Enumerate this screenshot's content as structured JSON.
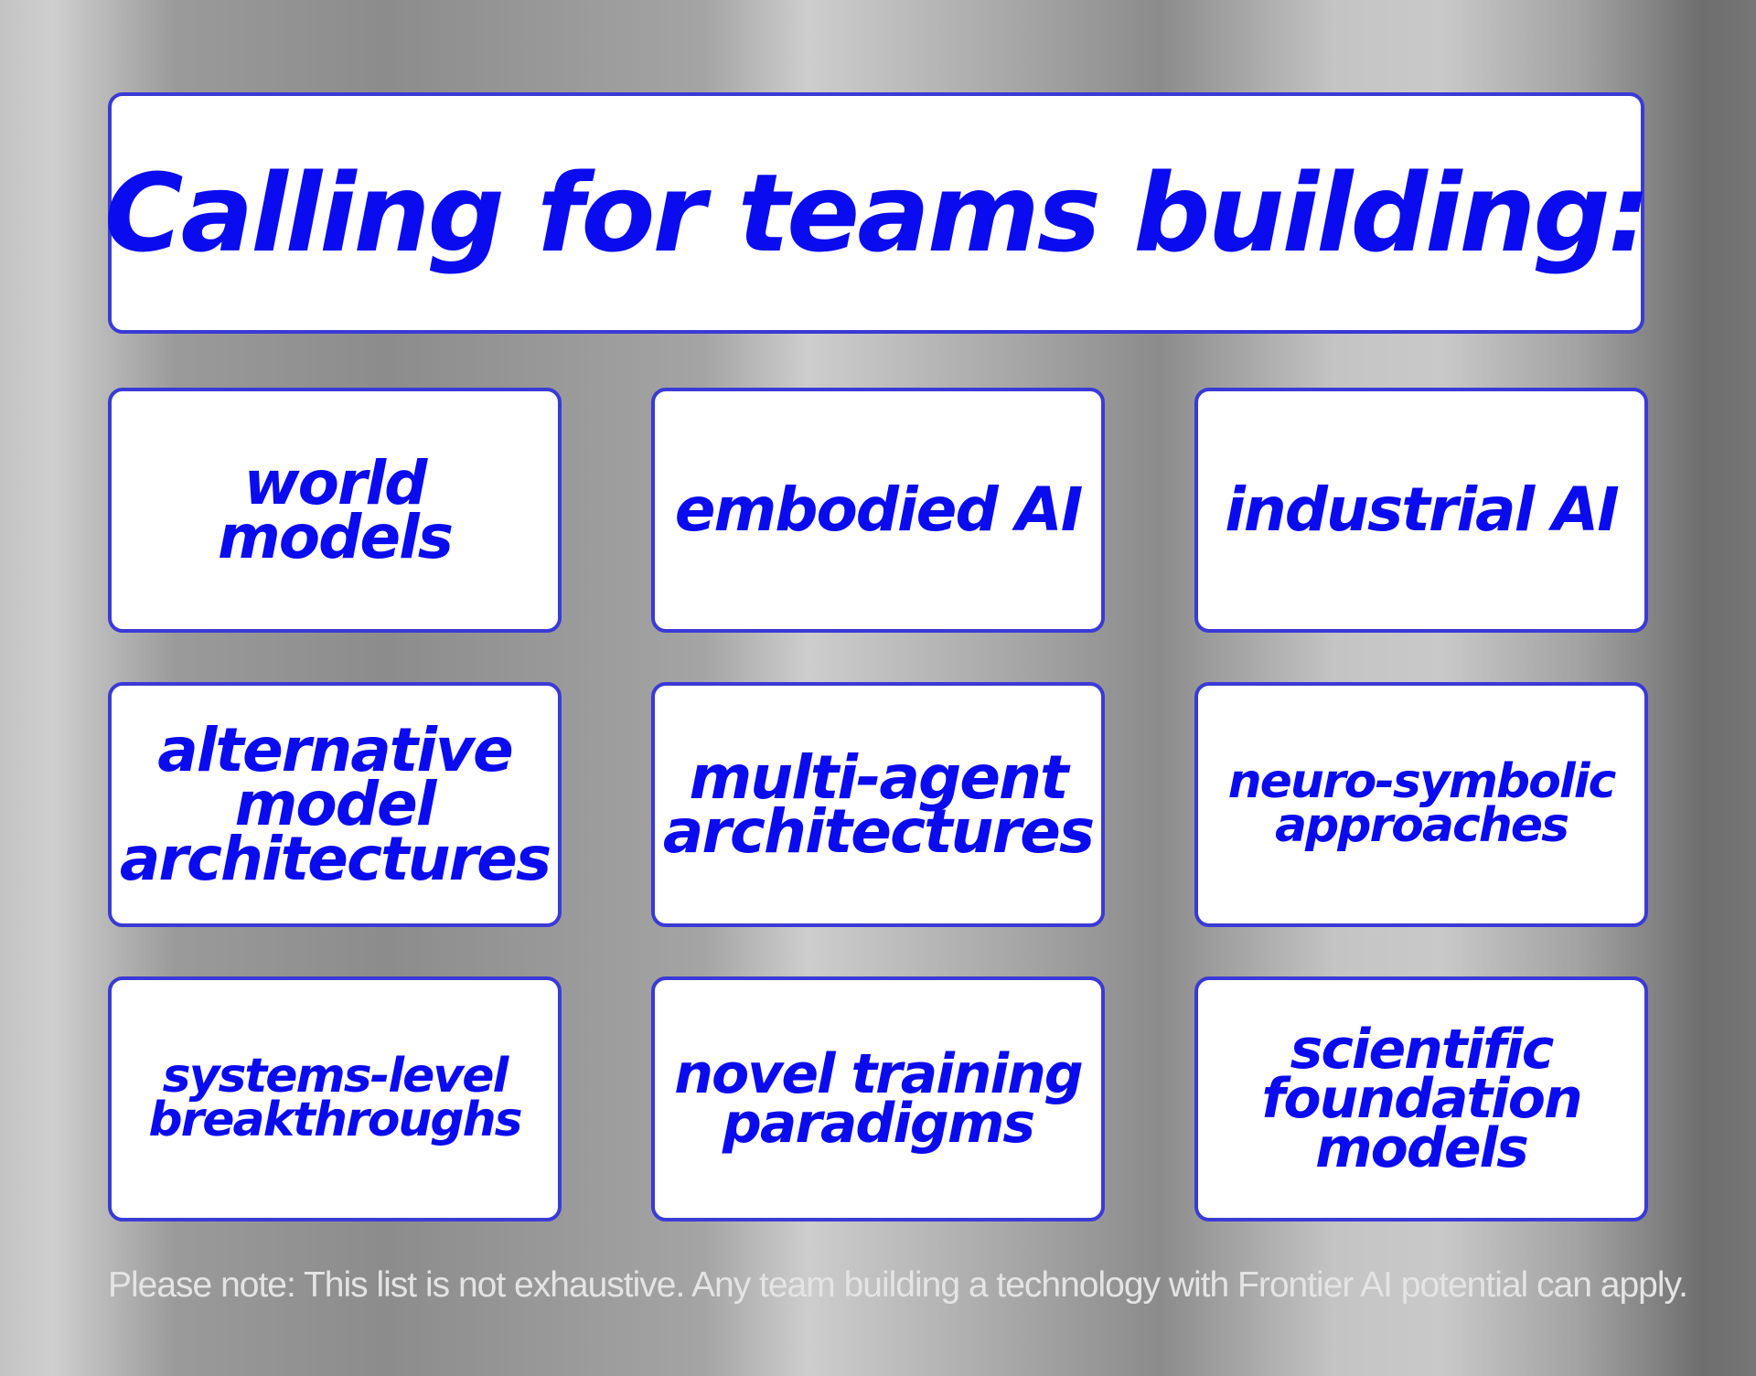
{
  "title": "Calling for teams building:",
  "tiles": [
    {
      "label": "world\nmodels"
    },
    {
      "label": "embodied AI"
    },
    {
      "label": "industrial AI"
    },
    {
      "label": "alternative\nmodel\narchitectures"
    },
    {
      "label": "multi-agent\narchitectures"
    },
    {
      "label": "neuro-symbolic\napproaches"
    },
    {
      "label": "systems-level\nbreakthroughs"
    },
    {
      "label": "novel training\nparadigms"
    },
    {
      "label": "scientific\nfoundation\nmodels"
    }
  ],
  "note": "Please note: This list is not exhaustive. Any team building a technology with Frontier AI potential can apply.",
  "colors": {
    "accent_text": "#0b0bf0",
    "card_border": "#3a3ad6",
    "card_background": "#ffffff",
    "note_text": "#e4e4e4"
  }
}
